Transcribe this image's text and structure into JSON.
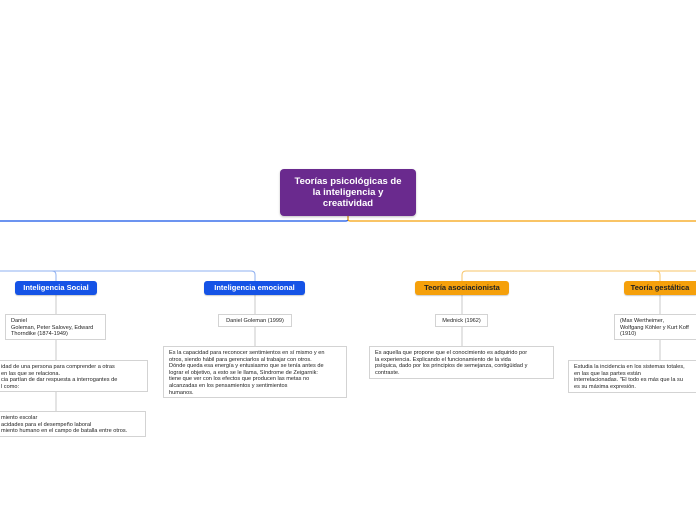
{
  "root": {
    "label": "Teorías psicológicas de\nla inteligencia y\ncreatividad",
    "color": "#6a2a8e"
  },
  "colors": {
    "blue_branch": "#1553e6",
    "blue_line": "#8fb0f0",
    "orange_branch": "#f5a00b",
    "orange_line": "#f7c56a"
  },
  "branches": {
    "inteligencia_social": {
      "label": "Inteligencia Social",
      "authors": "Daniel\nGoleman, Peter Salovey, Edward\nThorndike (1874-1949)",
      "definition": "idad de una persona para comprender a otras\nen las que se relaciona.\ncia partían de dar respuesta a interrogantes de\nl como:",
      "applications": "miento escolar\nacidades para el desempeño laboral\nmiento humano en el campo de batalla entre otros."
    },
    "inteligencia_emocional": {
      "label": "Inteligencia emocional",
      "authors": "Daniel Goleman (1999)",
      "definition": "Es la capacidad para reconocer sentimientos en sí mismo y en\notros, siendo hábil para gerenciarlos al trabajar con otros.\nDónde queda esa energía y entusiasmo que se tenía antes de\nlograr el objetivo, a esto se le llama, Síndrome de Zeigarnik:\ntiene que ver con los efectos que producen las metas no\nalcanzadas en los pensamientos y sentimientos\nhumanos."
    },
    "teoria_asociacionista": {
      "label": "Teoría asociacionista",
      "authors": "Mednick (1962)",
      "definition": "Es aquella que propone que el conocimiento es adquirido por\nla experiencia. Explicando el funcionamiento de la vida\npsíquica, dado por los principios de semejanza, contigüidad y\ncontraste."
    },
    "teoria_gestaltica": {
      "label": "Teoría gestáltica",
      "authors": "(Max Wertheimer,\nWolfgang Köhler y Kurt Koff\n(1910)",
      "definition": "Estudia la incidencia en los sistemas totales,\nen las que las partes están\ninterrelacionadas. \"El todo es más que la su\nes su máxima expresión."
    }
  }
}
